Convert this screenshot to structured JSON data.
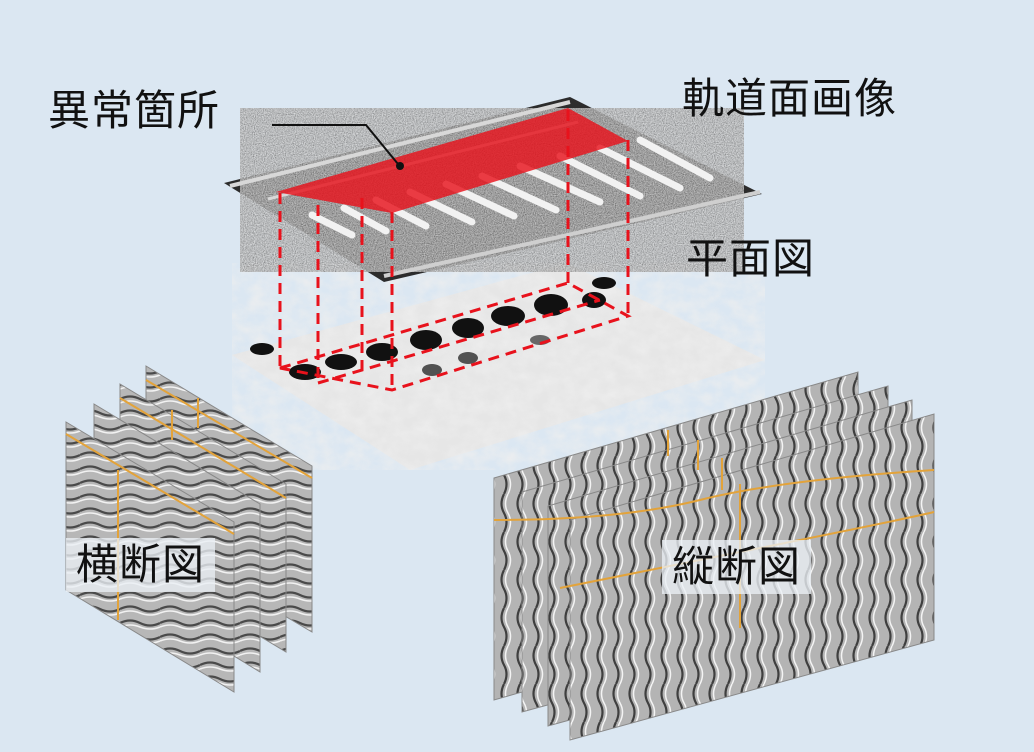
{
  "labels": {
    "anomaly": "異常箇所",
    "track_surface": "軌道面画像",
    "plan_view": "平面図",
    "cross_section": "横断図",
    "longitudinal_section": "縦断図"
  },
  "colors": {
    "background": "#dbe7f2",
    "highlight": "#e8121c",
    "guide_line": "#e8121c",
    "marker": "#e3a33a"
  }
}
